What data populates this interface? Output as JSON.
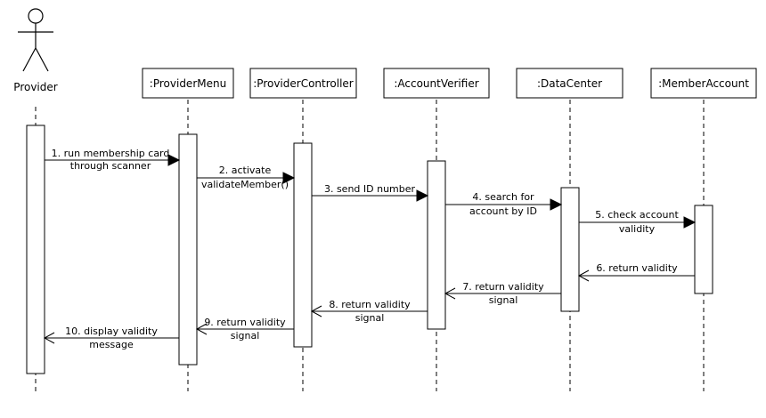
{
  "actor": {
    "name": "Provider",
    "icon": "stick-figure-icon"
  },
  "participants": [
    {
      "name": ":ProviderMenu"
    },
    {
      "name": ":ProviderController"
    },
    {
      "name": ":AccountVerifier"
    },
    {
      "name": ":DataCenter"
    },
    {
      "name": ":MemberAccount"
    }
  ],
  "messages": [
    {
      "number": 1,
      "lines": [
        "1. run membership card",
        "through scanner"
      ],
      "type": "call"
    },
    {
      "number": 2,
      "lines": [
        "2. activate",
        "validateMember()"
      ],
      "type": "call"
    },
    {
      "number": 3,
      "lines": [
        "3. send ID number"
      ],
      "type": "call"
    },
    {
      "number": 4,
      "lines": [
        "4. search for",
        "account by ID"
      ],
      "type": "call"
    },
    {
      "number": 5,
      "lines": [
        "5. check account",
        "validity"
      ],
      "type": "call"
    },
    {
      "number": 6,
      "lines": [
        "6. return validity"
      ],
      "type": "return"
    },
    {
      "number": 7,
      "lines": [
        "7. return validity",
        "signal"
      ],
      "type": "return"
    },
    {
      "number": 8,
      "lines": [
        "8. return validity",
        "signal"
      ],
      "type": "return"
    },
    {
      "number": 9,
      "lines": [
        "9. return validity",
        "signal"
      ],
      "type": "return"
    },
    {
      "number": 10,
      "lines": [
        "10. display validity",
        "message"
      ],
      "type": "return"
    }
  ]
}
